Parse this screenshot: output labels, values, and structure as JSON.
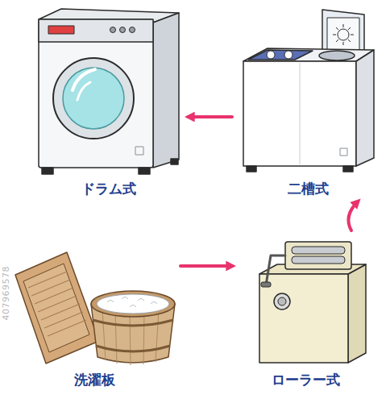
{
  "diagram": {
    "nodes": [
      {
        "text": [
          "ドラム式"
        ]
      },
      {
        "text": [
          "二槽式"
        ]
      },
      {
        "text": [
          "洗濯板"
        ]
      },
      {
        "text": [
          "ローラー式"
        ]
      }
    ],
    "edges": [
      {
        "from": 2,
        "to": 3,
        "arrow": "to"
      },
      {
        "from": 3,
        "to": 1,
        "arrow": "to"
      },
      {
        "from": 1,
        "to": 0,
        "arrow": "to"
      }
    ],
    "labels": [
      "407969578"
    ]
  }
}
